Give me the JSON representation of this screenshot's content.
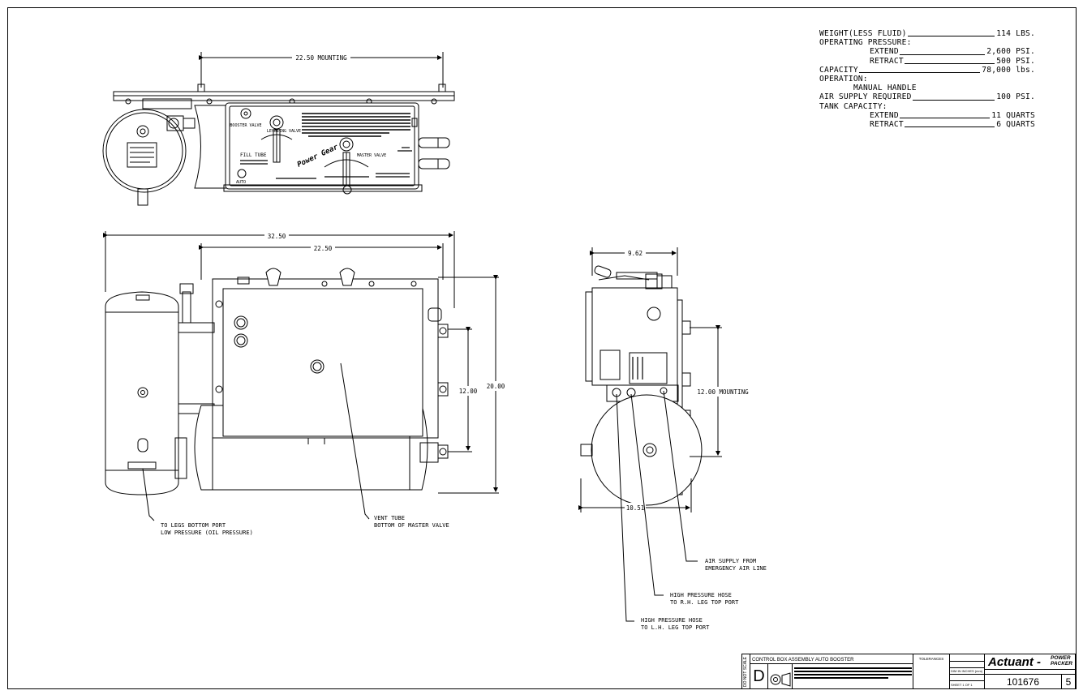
{
  "specs": {
    "weight_label": "WEIGHT(LESS FLUID)",
    "weight_value": "114 LBS.",
    "op_pressure_label": "OPERATING PRESSURE:",
    "extend_label": "EXTEND",
    "extend_value": "2,600 PSI.",
    "retract_label": "RETRACT",
    "retract_value": "500 PSI.",
    "capacity_label": "CAPACITY",
    "capacity_value": "78,000 lbs.",
    "operation_label": "OPERATION:",
    "operation_value": "MANUAL HANDLE",
    "air_label": "AIR SUPPLY REQUIRED",
    "air_value": "100 PSI.",
    "tank_label": "TANK CAPACITY:",
    "tank_extend_label": "EXTEND",
    "tank_extend_value": "11 QUARTS",
    "tank_retract_label": "RETRACT",
    "tank_retract_value": "6 QUARTS"
  },
  "dimensions": {
    "top_mounting": "22.50 MOUNTING",
    "front_overall": "32.50",
    "front_mounting": "22.50",
    "front_height_mount": "12.00",
    "front_height_overall": "20.00",
    "side_width": "9.62",
    "side_mounting": "12.00 MOUNTING",
    "side_depth": "10.51"
  },
  "panel": {
    "booster_valve": "BOOSTER VALVE",
    "leveling_valve": "LEVELING VALVE",
    "fill_tube": "FILL TUBE",
    "master_valve": "MASTER VALVE",
    "auto": "AUTO",
    "brand": "Power Gear"
  },
  "callouts": {
    "legs_port_1": "TO LEGS BOTTOM PORT",
    "legs_port_2": "LOW PRESSURE (OIL PRESSURE)",
    "vent_1": "VENT TUBE",
    "vent_2": "BOTTOM OF MASTER VALVE",
    "air_1": "AIR SUPPLY FROM",
    "air_2": "EMERGENCY AIR LINE",
    "rh_1": "HIGH PRESSURE HOSE",
    "rh_2": "TO R.H. LEG TOP PORT",
    "lh_1": "HIGH PRESSURE HOSE",
    "lh_2": "TO L.H. LEG TOP PORT"
  },
  "title_block": {
    "do_not_scale": "DO NOT SCALE",
    "title": "CONTROL BOX ASSEMBLY AUTO BOOSTER",
    "size": "D",
    "tolerances": "TOLERANCES",
    "company": "Actuant -",
    "company_sub": "POWER PACKER",
    "part_number": "101676",
    "rev": "5",
    "sheet": "SHEET 1 OF 1",
    "units": "DIM IN INCHES (mm)"
  }
}
